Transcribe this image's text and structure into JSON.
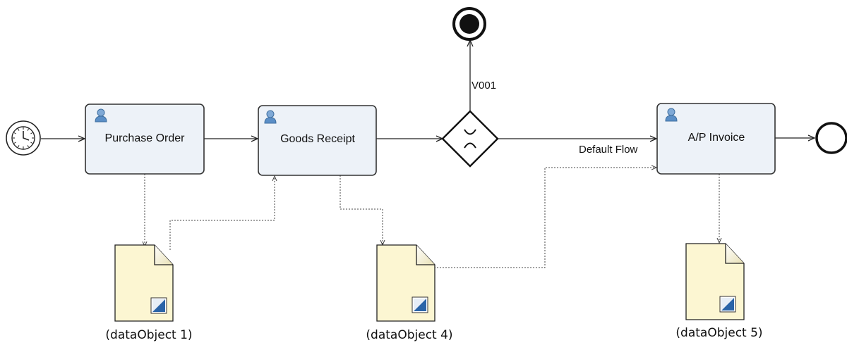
{
  "colors": {
    "task_fill": "#edf2f8",
    "task_stroke": "#333333",
    "data_fill": "#fcf6d2",
    "user_icon": "#5b8fc7",
    "sequence_flow": "#222222",
    "association": "#444444"
  },
  "start_event": {
    "icon": "clock-icon"
  },
  "tasks": [
    {
      "label": "Purchase Order",
      "icon": "user-icon"
    },
    {
      "label": "Goods Receipt",
      "icon": "user-icon"
    },
    {
      "label": "A/P Invoice",
      "icon": "user-icon"
    }
  ],
  "gateway": {
    "type": "exclusive",
    "icon": "x-icon"
  },
  "end_events": [
    {
      "kind": "terminate"
    },
    {
      "kind": "none"
    }
  ],
  "flows": {
    "gateway_up_label": "V001",
    "default_label": "Default Flow"
  },
  "data_objects": [
    {
      "label": "(dataObject 1)"
    },
    {
      "label": "(dataObject 4)"
    },
    {
      "label": "(dataObject 5)"
    }
  ]
}
